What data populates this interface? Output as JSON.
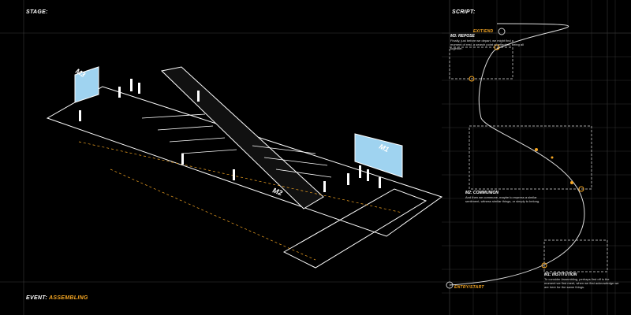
{
  "labels": {
    "stage": "STAGE:",
    "script": "SCRIPT:",
    "event": "EVENT:",
    "event_value": "ASSEMBLING",
    "exit": "EXIT/END",
    "entry": "ENTRY/START"
  },
  "zones": {
    "m1": "M1",
    "m2": "M2",
    "m3": "M3"
  },
  "script": {
    "m3": {
      "title": "M3: REPOSE",
      "text": "Finally, just before we depart, we might find a moment of rest, a search point of reflection, being all together."
    },
    "m2": {
      "title": "M2: COMMUNION",
      "text": "And then we commune, maybe to express a similar sentiment, witness similar things, or simply to belong."
    },
    "m1": {
      "title": "M1: INSTITUTION",
      "text": "To consider Assembling, perhaps first off is the moment we first meet, when we first acknowledge we are here for the same things."
    }
  },
  "colors": {
    "accent": "#f5a623",
    "line": "#ffffff",
    "grid": "#444444"
  }
}
